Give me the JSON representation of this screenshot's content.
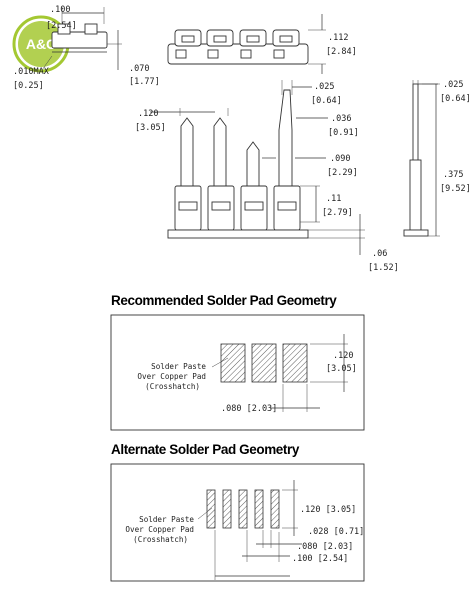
{
  "logo": {
    "text": "A&C",
    "color": "#a4c832"
  },
  "top_drawing": {
    "dim_100": ".100",
    "dim_100_mm": "[2.54]",
    "dim_010": ".010MAX",
    "dim_010_mm": "[0.25]",
    "dim_070": ".070",
    "dim_070_mm": "[1.77]",
    "dim_112": ".112",
    "dim_112_mm": "[2.84]",
    "dim_120": ".120",
    "dim_120_mm": "[3.05]",
    "dim_025": ".025",
    "dim_025_mm": "[0.64]",
    "dim_036": ".036",
    "dim_036_mm": "[0.91]",
    "dim_090": ".090",
    "dim_090_mm": "[2.29]",
    "dim_11": ".11",
    "dim_11_mm": "[2.79]",
    "dim_06": ".06",
    "dim_06_mm": "[1.52]",
    "dim_side_025": ".025",
    "dim_side_025_mm": "[0.64]",
    "dim_375": ".375",
    "dim_375_mm": "[9.52]"
  },
  "recommended": {
    "title": "Recommended Solder Pad Geometry",
    "label_line1": "Solder Paste",
    "label_line2": "Over Copper Pad",
    "label_line3": "(Crosshatch)",
    "dim_120": ".120",
    "dim_120_mm": "[3.05]",
    "dim_080": ".080 [2.03]"
  },
  "alternate": {
    "title": "Alternate Solder Pad Geometry",
    "label_line1": "Solder Paste",
    "label_line2": "Over Copper Pad",
    "label_line3": "(Crosshatch)",
    "dim_120": ".120 [3.05]",
    "dim_028": ".028 [0.71]",
    "dim_080": ".080 [2.03]",
    "dim_100": ".100 [2.54]"
  }
}
